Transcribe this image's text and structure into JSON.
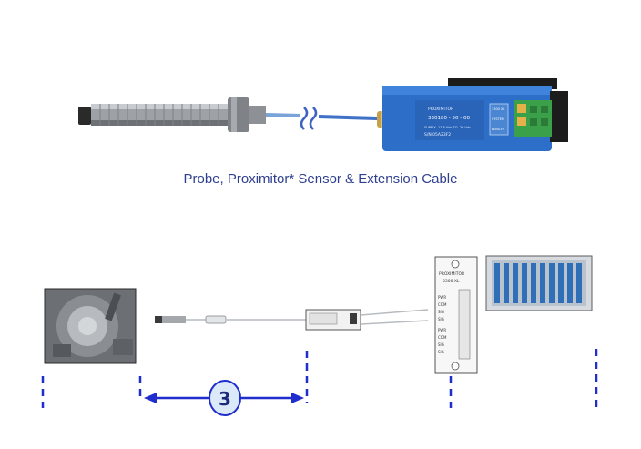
{
  "caption": "Probe, Proximitor* Sensor & Extension Cable",
  "sensor_label": {
    "line1": "PROXIMITOR",
    "line2": "330180 - 50 - 00",
    "line3": "SUPPLY -17.5 Vdc TO -26 Vdc",
    "line4": "S/N 05A23F2",
    "tag_top": "3300 XL",
    "tag_mid": "SYSTEM",
    "tag_bot": "LENGTH"
  },
  "monitor_card": {
    "title": "PROXIMITOR",
    "subtitle": "3300 XL",
    "pins": [
      "PWR",
      "COM",
      "SIG",
      "SIG",
      "PWR",
      "COM",
      "SIG",
      "SIG"
    ]
  },
  "dimension_marker": "3",
  "colors": {
    "accent_blue": "#1f2ecc",
    "sensor_blue": "#2c6ec8",
    "caption": "#2f3f8f",
    "connector_green": "#3aa14a",
    "marker_fill": "#dbe9f8"
  },
  "icons": {
    "bearing_photo": "machine-bearing-photo",
    "rack": "monitor-rack-icon"
  }
}
